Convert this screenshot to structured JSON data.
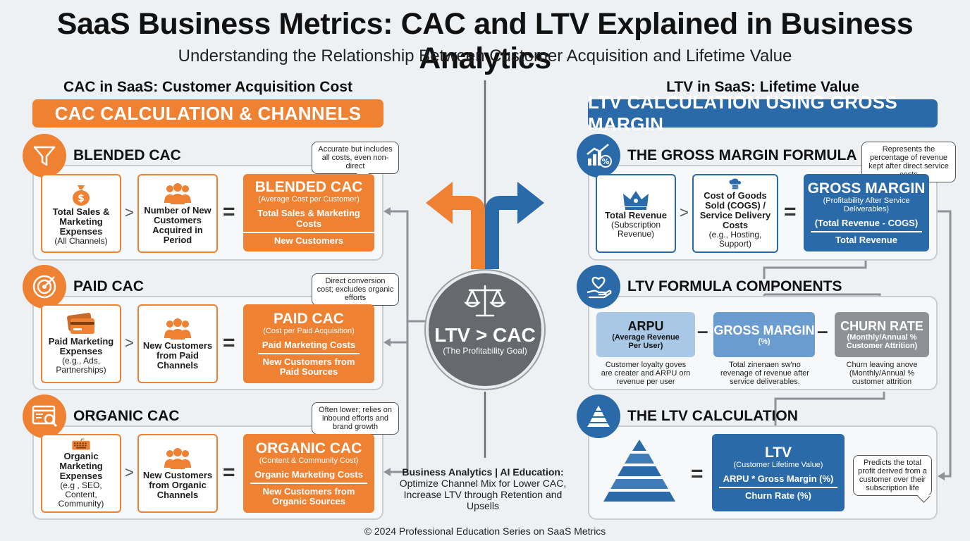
{
  "title": "SaaS Business Metrics: CAC and LTV Explained in Business Analytics",
  "subtitle": "Understanding the Relationship Between Customer Acquisition and Lifetime Value",
  "left": {
    "heading": "CAC in SaaS: Customer Acquisition Cost",
    "banner": "CAC CALCULATION & CHANNELS",
    "rows": [
      {
        "title": "BLENDED CAC",
        "icon": "funnel-icon",
        "bubble": "Accurate but includes all costs, even non-direct",
        "input1": {
          "label": "Total Sales & Marketing Expenses",
          "sub": "(All Channels)",
          "icon": "money-bag-icon"
        },
        "input2": {
          "label": "Number of New Customers Acquired in Period",
          "sub": "",
          "icon": "people-icon"
        },
        "result": {
          "title": "BLENDED CAC",
          "subtitle": "(Average Cost per Customer)",
          "numerator": "Total Sales & Marketing Costs",
          "denominator": "New Customers"
        }
      },
      {
        "title": "PAID CAC",
        "icon": "target-icon",
        "bubble": "Direct conversion cost; excludes organic efforts",
        "input1": {
          "label": "Paid Marketing Expenses",
          "sub": "(e.g., Ads, Partnerships)",
          "icon": "credit-card-icon"
        },
        "input2": {
          "label": "New Customers from Paid Channels",
          "sub": "",
          "icon": "people-icon"
        },
        "result": {
          "title": "PAID CAC",
          "subtitle": "(Cost per Paid Acquisition)",
          "numerator": "Paid Marketing Costs",
          "denominator": "New Customers from Paid Sources"
        }
      },
      {
        "title": "ORGANIC CAC",
        "icon": "web-search-icon",
        "bubble": "Often lower; relies on inbound efforts and brand growth",
        "input1": {
          "label": "Organic Marketing Expenses",
          "sub": "(e.g , SEO, Content, Community)",
          "icon": "keyboard-icon"
        },
        "input2": {
          "label": "New Customers from Organic Channels",
          "sub": "",
          "icon": "people-icon"
        },
        "result": {
          "title": "ORGANIC CAC",
          "subtitle": "(Content & Community Cost)",
          "numerator": "Organic Marketing Costs",
          "denominator": "New Customers from Organic Sources"
        }
      }
    ]
  },
  "center": {
    "goal_title": "LTV > CAC",
    "goal_sub": "(The Profitability Goal)",
    "note_bold": "Business Analytics | AI Education:",
    "note": "Optimize Channel Mix for Lower CAC, Increase LTV through Retention and Upsells"
  },
  "right": {
    "heading": "LTV in SaaS: Lifetime Value",
    "banner": "LTV CALCULATION USING GROSS MARGIN",
    "gm": {
      "title": "THE GROSS MARGIN FORMULA",
      "icon": "chart-percent-icon",
      "bubble": "Represents the percentage of revenue kept after direct service costs",
      "input1": {
        "label": "Total Revenue",
        "sub": "(Subscription Revenue)",
        "icon": "crown-icon"
      },
      "input2": {
        "label": "Cost of Goods Sold (COGS) / Service Delivery Costs",
        "sub": "(e.g., Hosting, Support)",
        "icon": "cloud-server-icon"
      },
      "result": {
        "title": "GROSS MARGIN",
        "subtitle": "(Profitability After Service Deliverables)",
        "numerator": "(Total Revenue - COGS)",
        "denominator": "Total Revenue"
      }
    },
    "components": {
      "title": "LTV FORMULA COMPONENTS",
      "icon": "hand-heart-icon",
      "items": [
        {
          "title": "ARPU",
          "sub": "(Average Revenue Per User)",
          "desc": "Customer loyalty goves are creater and ARPU orn revenue per user"
        },
        {
          "title": "GROSS MARGIN",
          "sub": "(%)",
          "desc": "Total zinenaen sw'no revenage of revenue after service deliverables."
        },
        {
          "title": "CHURN RATE",
          "sub": "(Monthly/Annual % Customer Attrition)",
          "desc": "Churn leaving anove (Monthly/Annual % customer attrition"
        }
      ],
      "op1": "–",
      "op2": "–"
    },
    "ltv": {
      "title": "THE LTV CALCULATION",
      "icon": "pyramid-icon",
      "bubble": "Predicts the total profit derived from a customer over their subscription life",
      "result": {
        "title": "LTV",
        "subtitle": "(Customer Lifetime Value)",
        "numerator": "ARPU * Gross Margin (%)",
        "denominator": "Churn Rate (%)"
      }
    }
  },
  "ops": {
    "div": ">",
    "eq": "="
  },
  "copyright": "© 2024 Professional Education Series on SaaS Metrics",
  "colors": {
    "orange": "#ef8133",
    "blue": "#2b6aa8",
    "grey": "#666a6e",
    "light_blue": "#a9c8e6",
    "mid_blue": "#6b9ccf",
    "churn_grey": "#8e9296"
  }
}
